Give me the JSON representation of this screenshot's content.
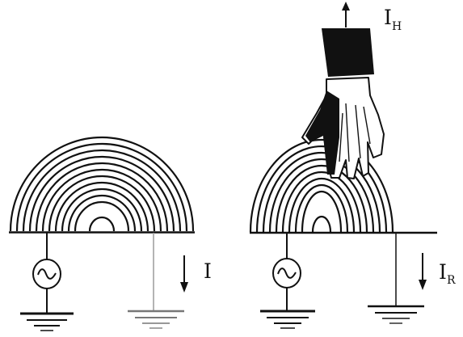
{
  "left_panel": {
    "current_symbol": "I"
  },
  "right_panel": {
    "hand_current_symbol": "I",
    "hand_current_subscript": "H",
    "return_current_symbol": "I",
    "return_current_subscript": "R"
  },
  "colors": {
    "ink": "#111111",
    "background": "#ffffff",
    "ground_wire": "#9a9a9a"
  }
}
